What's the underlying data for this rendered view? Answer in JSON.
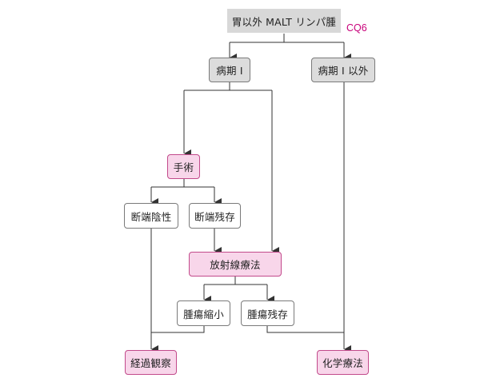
{
  "nodes": {
    "root": "胃以外 MALT リンパ腫",
    "cq_tag": "CQ6",
    "stage1": "病期 I",
    "stage_other": "病期 I 以外",
    "surgery": "手術",
    "margin_negative": "断端陰性",
    "margin_residual": "断端残存",
    "radiotherapy": "放射線療法",
    "tumor_shrink": "腫瘍縮小",
    "tumor_residual": "腫瘍残存",
    "observation": "経過観察",
    "chemotherapy": "化学療法"
  },
  "colors": {
    "pink_fill": "#f8d6ea",
    "pink_border": "#c24a8b",
    "gray_fill": "#dcdcdc",
    "tag": "#c8007a",
    "line": "#333333"
  }
}
